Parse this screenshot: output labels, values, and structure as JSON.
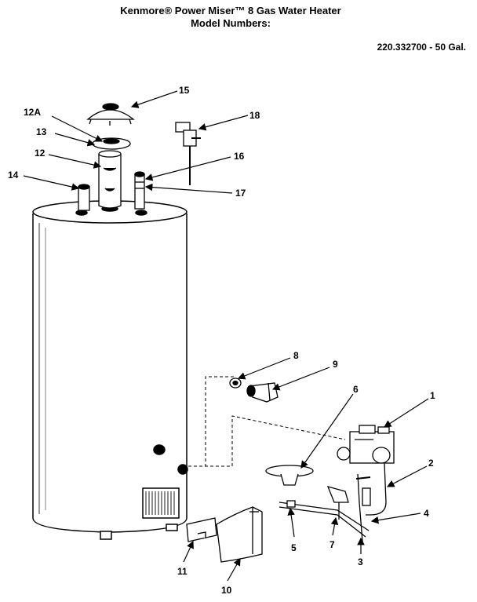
{
  "header": {
    "title_line1": "Kenmore® Power Miser™ 8 Gas Water Heater",
    "title_line2": "Model Numbers:",
    "model_number": "220.332700 - 50 Gal."
  },
  "callouts": [
    {
      "id": "c15",
      "text": "15"
    },
    {
      "id": "c12a",
      "text": "12A"
    },
    {
      "id": "c13",
      "text": "13"
    },
    {
      "id": "c18",
      "text": "18"
    },
    {
      "id": "c12",
      "text": "12"
    },
    {
      "id": "c16",
      "text": "16"
    },
    {
      "id": "c14",
      "text": "14"
    },
    {
      "id": "c17",
      "text": "17"
    },
    {
      "id": "c8",
      "text": "8"
    },
    {
      "id": "c9",
      "text": "9"
    },
    {
      "id": "c6",
      "text": "6"
    },
    {
      "id": "c1",
      "text": "1"
    },
    {
      "id": "c2",
      "text": "2"
    },
    {
      "id": "c4",
      "text": "4"
    },
    {
      "id": "c5",
      "text": "5"
    },
    {
      "id": "c7",
      "text": "7"
    },
    {
      "id": "c3",
      "text": "3"
    },
    {
      "id": "c11",
      "text": "11"
    },
    {
      "id": "c10",
      "text": "10"
    }
  ]
}
